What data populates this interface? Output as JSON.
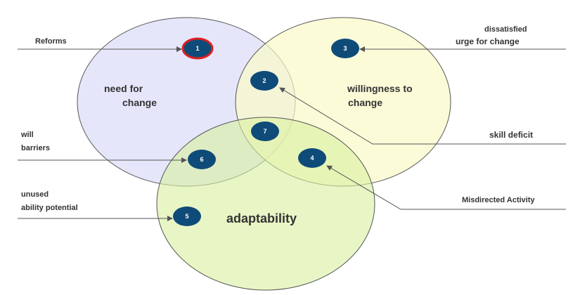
{
  "diagram": {
    "sets": {
      "need": {
        "label_line1": "need for",
        "label_line2": "change",
        "color": "#ddddfa"
      },
      "willingness": {
        "label_line1": "willingness to",
        "label_line2": "change",
        "color": "#fafac8"
      },
      "adaptability": {
        "label": "adaptability",
        "color": "#e6f5b4"
      }
    },
    "markers": [
      {
        "number": "1",
        "color": "#0f4b78",
        "highlight": "#e02020"
      },
      {
        "number": "2",
        "color": "#0f4b78"
      },
      {
        "number": "3",
        "color": "#0f4b78"
      },
      {
        "number": "4",
        "color": "#0f4b78"
      },
      {
        "number": "5",
        "color": "#0f4b78"
      },
      {
        "number": "6",
        "color": "#0f4b78"
      },
      {
        "number": "7",
        "color": "#0f4b78"
      }
    ],
    "annotations": {
      "reforms": "Reforms",
      "dissatisfied_line1": "dissatisfied",
      "dissatisfied_line2": "urge for change",
      "skill_deficit": "skill deficit",
      "will_barriers_line1": "will",
      "will_barriers_line2": "barriers",
      "unused_line1": "unused",
      "unused_line2": "ability potential",
      "misdirected": "Misdirected Activity"
    }
  }
}
